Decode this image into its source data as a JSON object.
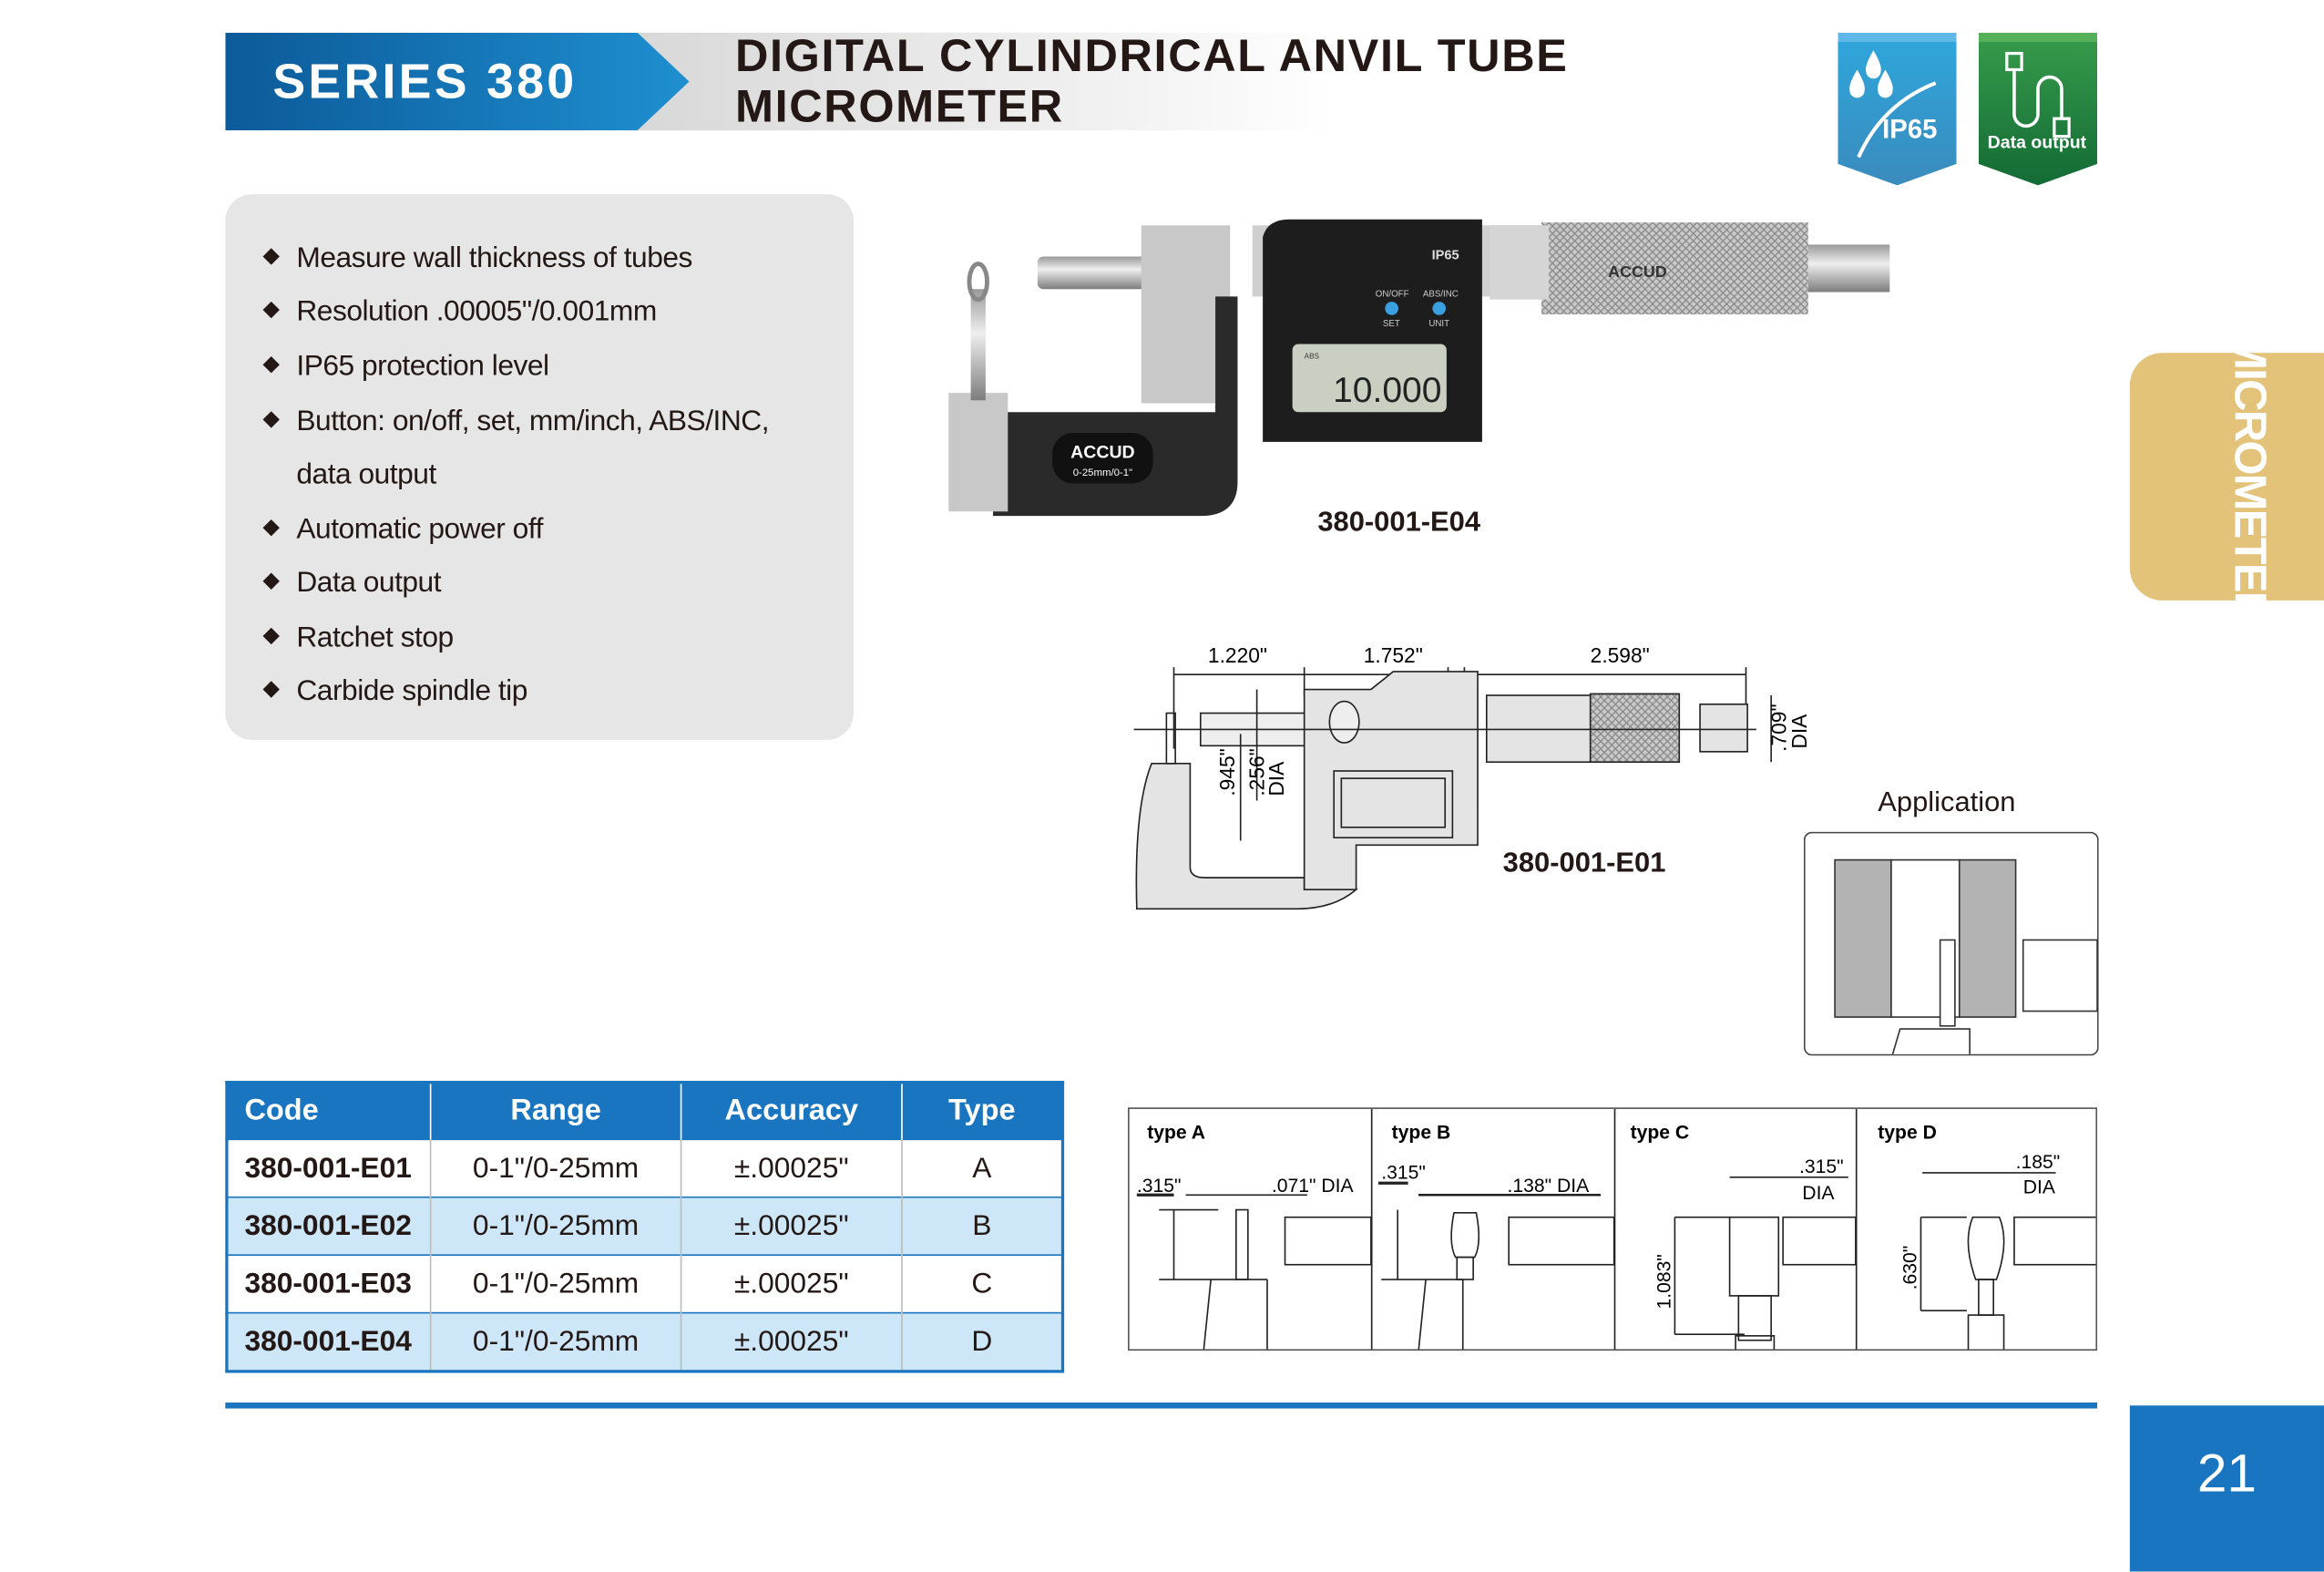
{
  "header": {
    "series": "SERIES 380",
    "title_line1": "DIGITAL CYLINDRICAL ANVIL TUBE",
    "title_line2": "MICROMETER"
  },
  "badges": [
    {
      "icon": "water-drops-icon",
      "label": "IP65",
      "color": "#2fa5da"
    },
    {
      "icon": "usb-cable-icon",
      "label": "Data output",
      "color": "#35994a"
    }
  ],
  "features": [
    "Measure wall thickness of tubes",
    "Resolution .00005\"/0.001mm",
    "IP65 protection level",
    "Button: on/off, set, mm/inch, ABS/INC,",
    "data output",
    "Automatic power off",
    "Data output",
    "Ratchet stop",
    "Carbide spindle tip"
  ],
  "side_tab": "MICROMETER",
  "photo": {
    "model": "380-001-E04",
    "brand": "ACCUD",
    "range_label": "0-25mm/0-1\"",
    "display_mode": "ABS",
    "display_value": "10.000",
    "btn1_top": "ON/OFF",
    "btn1_bottom": "SET",
    "btn2_top": "ABS/INC",
    "btn2_bottom": "UNIT",
    "ip_mark": "IP65"
  },
  "drawing": {
    "model": "380-001-E01",
    "dim_a": "1.220\"",
    "dim_b": "1.752\"",
    "dim_c": "2.598\"",
    "dim_depth": ".945\"",
    "dim_spindle": ".256\"",
    "dim_thimble": ".709\"",
    "dia": "DIA"
  },
  "application": {
    "title": "Application"
  },
  "table": {
    "headers": [
      "Code",
      "Range",
      "Accuracy",
      "Type"
    ],
    "rows": [
      [
        "380-001-E01",
        "0-1\"/0-25mm",
        "±.00025\"",
        "A"
      ],
      [
        "380-001-E02",
        "0-1\"/0-25mm",
        "±.00025\"",
        "B"
      ],
      [
        "380-001-E03",
        "0-1\"/0-25mm",
        "±.00025\"",
        "C"
      ],
      [
        "380-001-E04",
        "0-1\"/0-25mm",
        "±.00025\"",
        "D"
      ]
    ]
  },
  "types": [
    {
      "label": "type A",
      "dim1": ".315\"",
      "dim2": ".071\" DIA"
    },
    {
      "label": "type B",
      "dim1": ".315\"",
      "dim2": ".138\" DIA"
    },
    {
      "label": "type C",
      "dim1": "1.083\"",
      "dim2": ".315\"",
      "dim3": "DIA"
    },
    {
      "label": "type D",
      "dim1": ".630\"",
      "dim2": ".185\"",
      "dim3": "DIA"
    }
  ],
  "page_number": "21"
}
